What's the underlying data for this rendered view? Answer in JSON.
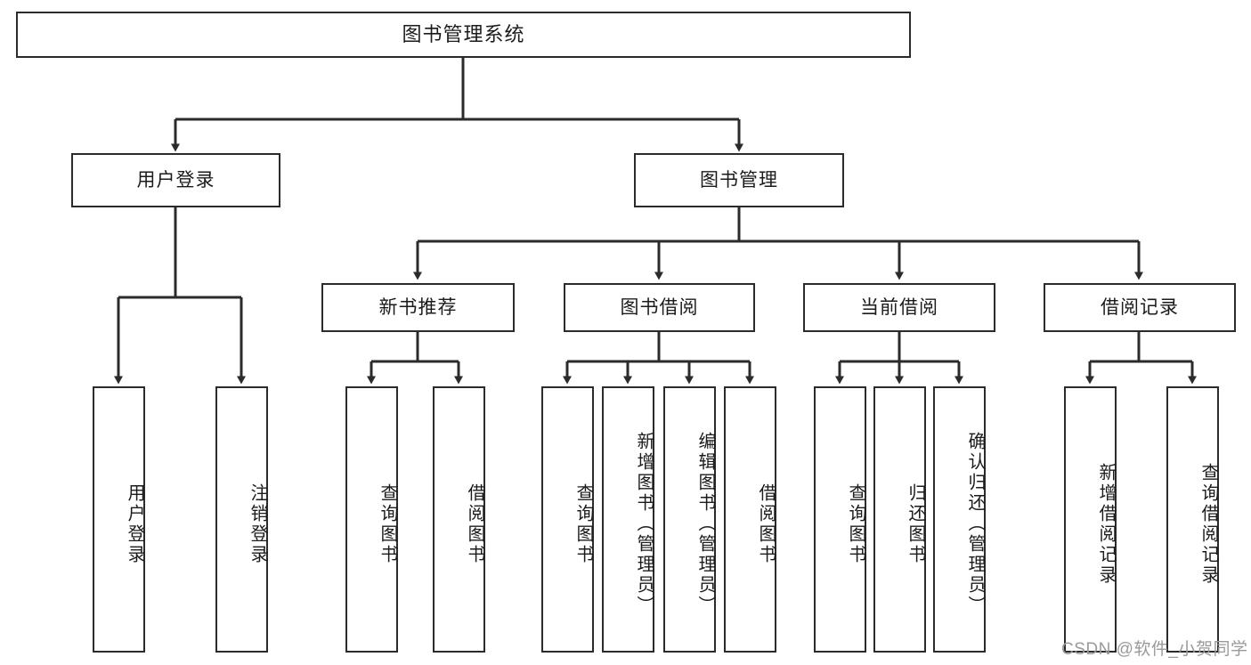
{
  "diagram": {
    "title": "图书管理系统",
    "type": "tree-hierarchy-chart",
    "colors": {
      "box_border": "#2b2b2b",
      "box_fill": "#ffffff",
      "edge": "#2b2b2b",
      "text": "#1b1b1b",
      "watermark": "#9a9a9a"
    },
    "root": {
      "label": "图书管理系统"
    },
    "level2": [
      {
        "id": "user-login",
        "label": "用户登录"
      },
      {
        "id": "book-manage",
        "label": "图书管理"
      }
    ],
    "level3": [
      {
        "id": "new-book-recommend",
        "label": "新书推荐"
      },
      {
        "id": "book-borrow",
        "label": "图书借阅"
      },
      {
        "id": "current-borrow",
        "label": "当前借阅"
      },
      {
        "id": "borrow-record",
        "label": "借阅记录"
      }
    ],
    "leaves": {
      "user_login": [
        {
          "id": "leaf-user-login",
          "label": "用户登录"
        },
        {
          "id": "leaf-logout-login",
          "label": "注销登录"
        }
      ],
      "new_book_recommend": [
        {
          "id": "leaf-query-book-1",
          "label": "查询图书"
        },
        {
          "id": "leaf-borrow-book-1",
          "label": "借阅图书"
        }
      ],
      "book_borrow": [
        {
          "id": "leaf-query-book-2",
          "label": "查询图书"
        },
        {
          "id": "leaf-add-book-admin",
          "label": "新增图书（管理员）"
        },
        {
          "id": "leaf-edit-book-admin",
          "label": "编辑图书（管理员）"
        },
        {
          "id": "leaf-borrow-book-2",
          "label": "借阅图书"
        }
      ],
      "current_borrow": [
        {
          "id": "leaf-query-book-3",
          "label": "查询图书"
        },
        {
          "id": "leaf-return-book",
          "label": "归还图书"
        },
        {
          "id": "leaf-confirm-return-admin",
          "label": "确认归还（管理员）"
        }
      ],
      "borrow_record": [
        {
          "id": "leaf-add-borrow-record",
          "label": "新增借阅记录"
        },
        {
          "id": "leaf-query-borrow-record",
          "label": "查询借阅记录"
        }
      ]
    },
    "watermark": "CSDN @软件_小贺同学"
  }
}
